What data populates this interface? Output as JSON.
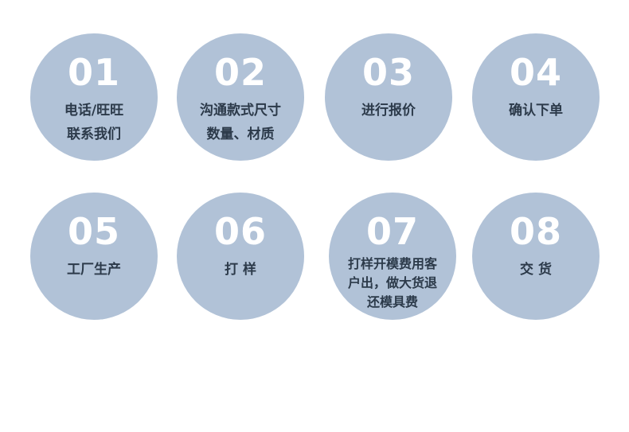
{
  "steps": [
    {
      "number": "01",
      "label": "电话/旺旺\n联系我们"
    },
    {
      "number": "02",
      "label": "沟通款式尺寸\n数量、材质"
    },
    {
      "number": "03",
      "label": "进行报价"
    },
    {
      "number": "04",
      "label": "确认下单"
    },
    {
      "number": "05",
      "label": "工厂生产"
    },
    {
      "number": "06",
      "label": "打 样"
    },
    {
      "number": "07",
      "label": "打样开模费用客\n户出，做大货退\n还模具费"
    },
    {
      "number": "08",
      "label": "交 货"
    }
  ],
  "colors": {
    "circle": "#b1c2d7",
    "number": "#ffffff",
    "label": "#2c3a4a"
  }
}
